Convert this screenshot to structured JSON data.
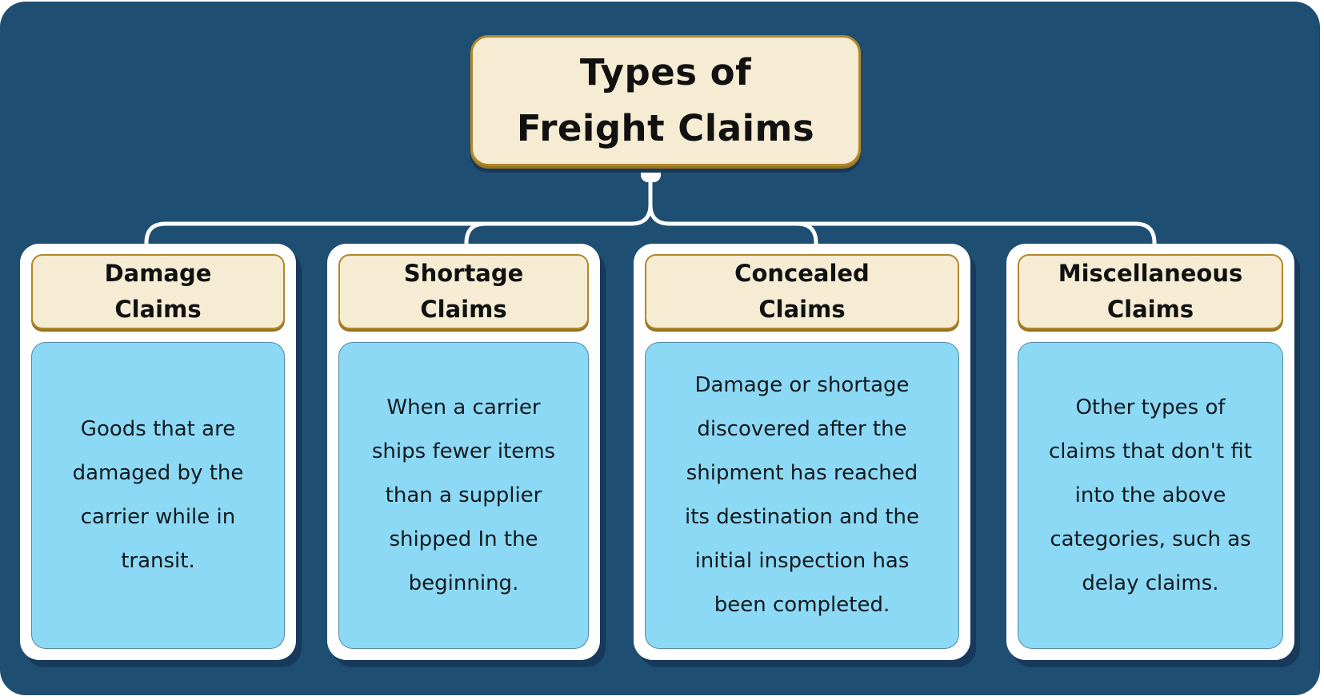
{
  "title": "Types of\nFreight Claims",
  "cards": [
    {
      "title": "Damage\nClaims",
      "body": "Goods that are\ndamaged by the\ncarrier while in\ntransit."
    },
    {
      "title": "Shortage\nClaims",
      "body": "When a carrier\nships fewer items\nthan a supplier\nshipped In the\nbeginning."
    },
    {
      "title": "Concealed\nClaims",
      "body": "Damage or shortage\ndiscovered after the\nshipment has reached\nits destination and the\ninitial inspection has\nbeen completed."
    },
    {
      "title": "Miscellaneous\nClaims",
      "body": "Other types of\nclaims that don't fit\ninto the above\ncategories, such as\ndelay claims."
    }
  ],
  "colors": {
    "bg": "#1F4E73",
    "cream": "#F6ECD3",
    "gold": "#B0882B",
    "gold-dark": "#96741F",
    "blue": "#8BD9F4",
    "shadow": "#16395C",
    "ink": "#111111",
    "white": "#FFFFFF"
  }
}
